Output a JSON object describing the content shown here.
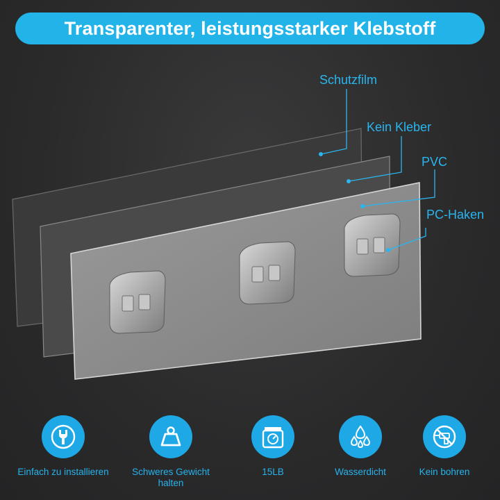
{
  "title": "Transparenter, leistungsstarker Klebstoff",
  "layers": [
    {
      "label": "Schutzfilm"
    },
    {
      "label": "Kein Kleber"
    },
    {
      "label": "PVC"
    },
    {
      "label": "PC-Haken"
    }
  ],
  "features": [
    {
      "label": "Einfach zu installieren",
      "icon": "wrench-icon"
    },
    {
      "label": "Schweres Gewicht halten",
      "icon": "weight-icon"
    },
    {
      "label": "15LB",
      "icon": "scale-icon"
    },
    {
      "label": "Wasserdicht",
      "icon": "water-drops-icon"
    },
    {
      "label": "Kein bohren",
      "icon": "no-drill-icon"
    }
  ],
  "colors": {
    "accent": "#22b4e8",
    "background": "#2b2b2c",
    "label_text": "#29b6ee"
  }
}
